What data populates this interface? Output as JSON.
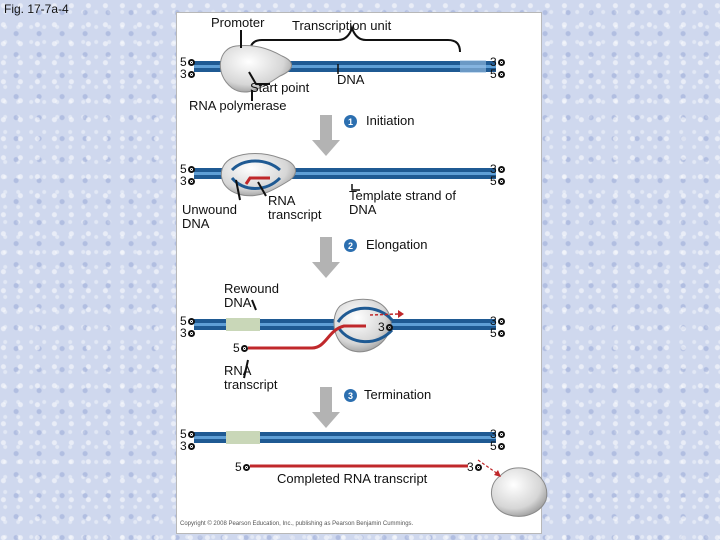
{
  "figure_label": "Fig. 17-7a-4",
  "labels": {
    "promoter": "Promoter",
    "transcription_unit": "Transcription unit",
    "start_point": "Start point",
    "dna": "DNA",
    "rna_polymerase": "RNA polymerase",
    "unwound_dna": "Unwound DNA",
    "rna_transcript": "RNA transcript",
    "template_strand": "Template strand of DNA",
    "rewound_dna": "Rewound DNA",
    "rna_transcript_2": "RNA transcript",
    "completed_rna_transcript": "Completed RNA transcript"
  },
  "steps": [
    {
      "number": "1",
      "label": "Initiation"
    },
    {
      "number": "2",
      "label": "Elongation"
    },
    {
      "number": "3",
      "label": "Termination"
    }
  ],
  "ends": {
    "five": "5",
    "three": "3"
  },
  "copyright": "Copyright © 2008 Pearson Education, Inc., publishing as Pearson Benjamin Cummings.",
  "colors": {
    "dna_strand_dark": "#1f5a93",
    "dna_strand_light": "#5f9fd6",
    "rna": "#c0282b",
    "promoter_region": "#c9d7b8",
    "arrow_gray": "#b3b3b3",
    "polymerase": "#dcdcdc",
    "step_badge": "#2c6fb0"
  }
}
